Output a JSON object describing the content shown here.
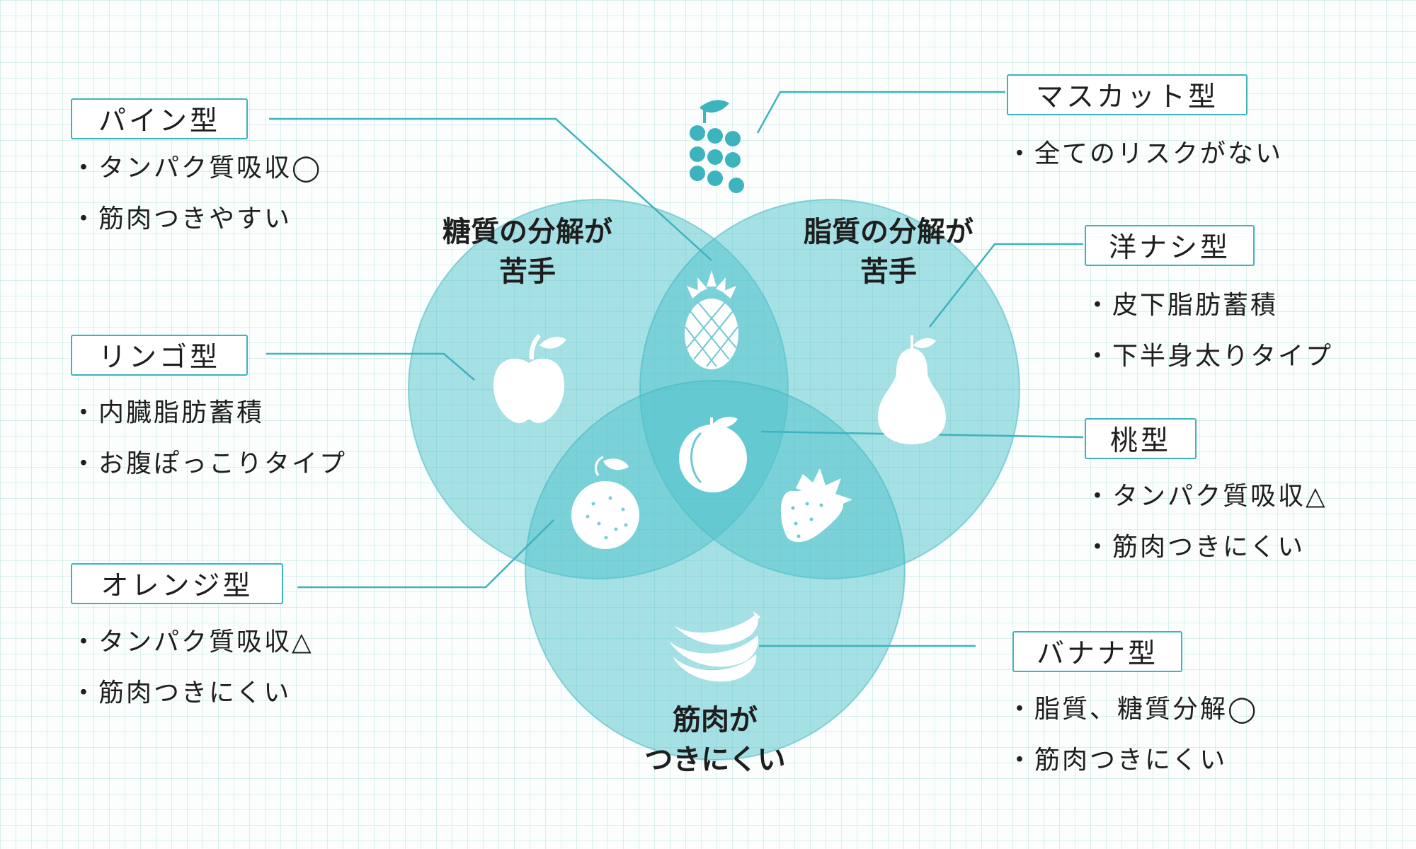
{
  "colors": {
    "accent": "#3db3be",
    "circle_fill": "#4fc2cc",
    "icon": "#ffffff",
    "text": "#1e1e1e"
  },
  "regions": {
    "sugar": "糖質の分解が\n苦手",
    "fat": "脂質の分解が\n苦手",
    "muscle": "筋肉が\nつきにくい"
  },
  "types": {
    "pine": {
      "label": "パイン型",
      "items": [
        "・タンパク質吸収◯",
        "・筋肉つきやすい"
      ],
      "icon": "pineapple-icon"
    },
    "apple": {
      "label": "リンゴ型",
      "items": [
        "・内臓脂肪蓄積",
        "・お腹ぽっこりタイプ"
      ],
      "icon": "apple-icon"
    },
    "orange": {
      "label": "オレンジ型",
      "items": [
        "・タンパク質吸収△",
        "・筋肉つきにくい"
      ],
      "icon": "orange-icon"
    },
    "muscat": {
      "label": "マスカット型",
      "items": [
        "・全てのリスクがない"
      ],
      "icon": "grapes-icon"
    },
    "pear": {
      "label": "洋ナシ型",
      "items": [
        "・皮下脂肪蓄積",
        "・下半身太りタイプ"
      ],
      "icon": "pear-icon"
    },
    "peach": {
      "label": "桃型",
      "items": [
        "・タンパク質吸収△",
        "・筋肉つきにくい"
      ],
      "icon": "peach-icon"
    },
    "banana": {
      "label": "バナナ型",
      "items": [
        "・脂質、糖質分解◯",
        "・筋肉つきにくい"
      ],
      "icon": "banana-icon"
    }
  },
  "extra_icons": [
    "strawberry-icon"
  ]
}
